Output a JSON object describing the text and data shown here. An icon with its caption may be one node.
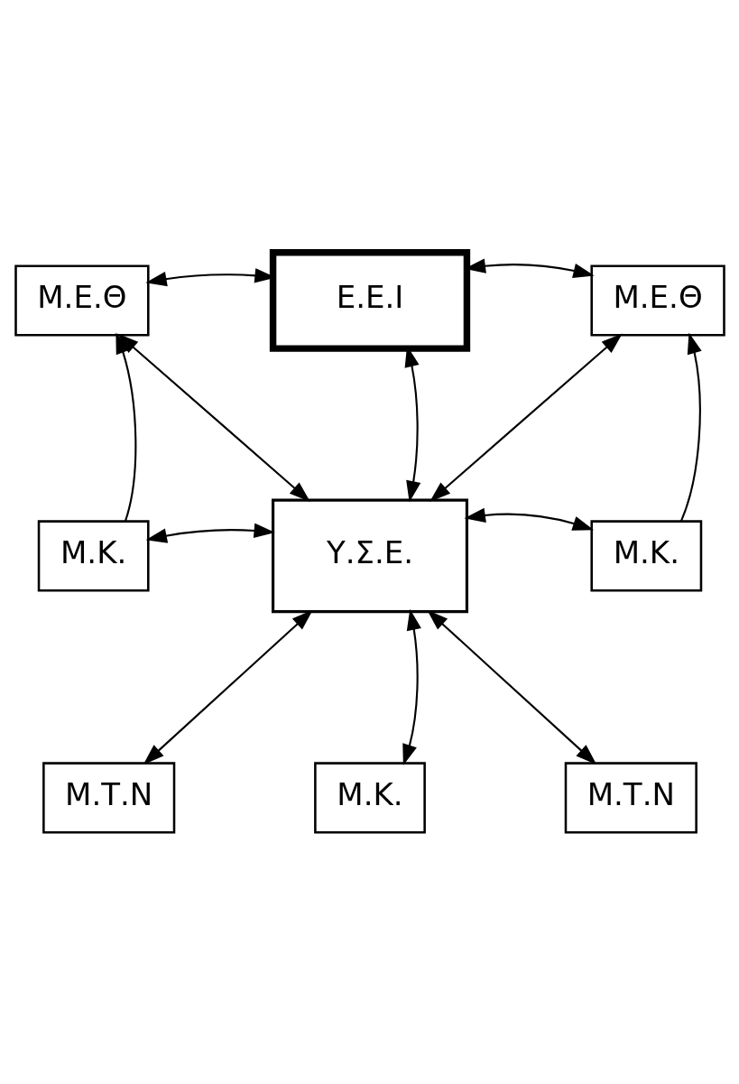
{
  "diagram": {
    "nodes": [
      {
        "text": [
          "Μ.Ε.Θ"
        ]
      },
      {
        "text": [
          "Ε.Ε.Ι"
        ]
      },
      {
        "text": [
          "Μ.Ε.Θ"
        ]
      },
      {
        "text": [
          "Μ.Κ."
        ]
      },
      {
        "text": [
          "Υ.Σ.Ε."
        ]
      },
      {
        "text": [
          "Μ.Κ."
        ]
      },
      {
        "text": [
          "Μ.Τ.Ν"
        ]
      },
      {
        "text": [
          "Μ.Κ."
        ]
      },
      {
        "text": [
          "Μ.Τ.Ν"
        ]
      }
    ],
    "edges": [
      {
        "from": 4,
        "to": 0,
        "arrow": "both"
      },
      {
        "from": 4,
        "to": 1,
        "arrow": "both"
      },
      {
        "from": 4,
        "to": 2,
        "arrow": "both"
      },
      {
        "from": 1,
        "to": 0,
        "arrow": "both"
      },
      {
        "from": 1,
        "to": 2,
        "arrow": "both"
      },
      {
        "from": 3,
        "to": 0,
        "arrow": "to"
      },
      {
        "from": 5,
        "to": 2,
        "arrow": "to"
      },
      {
        "from": 4,
        "to": 3,
        "arrow": "both"
      },
      {
        "from": 4,
        "to": 5,
        "arrow": "both"
      },
      {
        "from": 4,
        "to": 6,
        "arrow": "both"
      },
      {
        "from": 4,
        "to": 7,
        "arrow": "both"
      },
      {
        "from": 4,
        "to": 8,
        "arrow": "both"
      }
    ]
  }
}
